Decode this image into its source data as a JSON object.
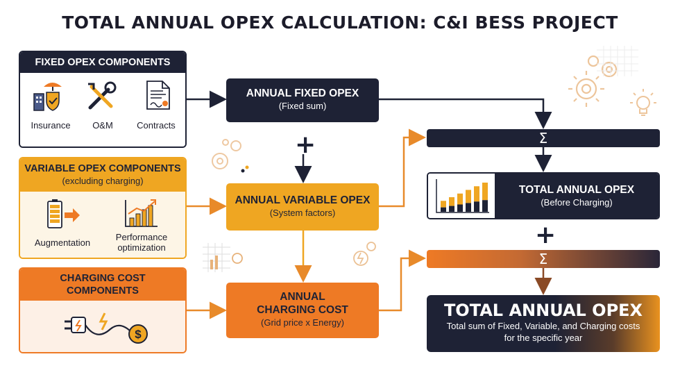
{
  "title": "TOTAL ANNUAL OPEX CALCULATION: C&I BESS PROJECT",
  "fixed_components": {
    "header": "FIXED OPEX COMPONENTS",
    "items": [
      "Insurance",
      "O&M",
      "Contracts"
    ]
  },
  "variable_components": {
    "header": "VARIABLE OPEX COMPONENTS",
    "subheader": "(excluding charging)",
    "items": [
      "Augmentation",
      "Performance optimization"
    ]
  },
  "charging_components": {
    "header": "CHARGING COST COMPONENTS"
  },
  "annual_fixed": {
    "title": "ANNUAL FIXED OPEX",
    "subtitle": "(Fixed sum)"
  },
  "annual_variable": {
    "title": "ANNUAL VARIABLE OPEX",
    "subtitle": "(System factors)"
  },
  "annual_charging": {
    "title": "ANNUAL CHARGING COST",
    "subtitle": "(Grid price x Energy)"
  },
  "operators": {
    "plus": "+",
    "sum": "Σ"
  },
  "total_before_charging": {
    "title": "TOTAL ANNUAL OPEX",
    "subtitle": "(Before Charging)"
  },
  "total_final": {
    "title": "TOTAL ANNUAL OPEX",
    "subtitle": "Total sum of Fixed, Variable, and Charging costs for the specific year"
  },
  "mini_chart": {
    "values": [
      3,
      4,
      5,
      6,
      7,
      8
    ],
    "colors": {
      "primary": "#efa622",
      "dark": "#1e2235"
    }
  },
  "colors": {
    "navy": "#1e2235",
    "amber": "#efa622",
    "orange": "#ee7a25",
    "arrow_orange": "#e88a2a"
  }
}
